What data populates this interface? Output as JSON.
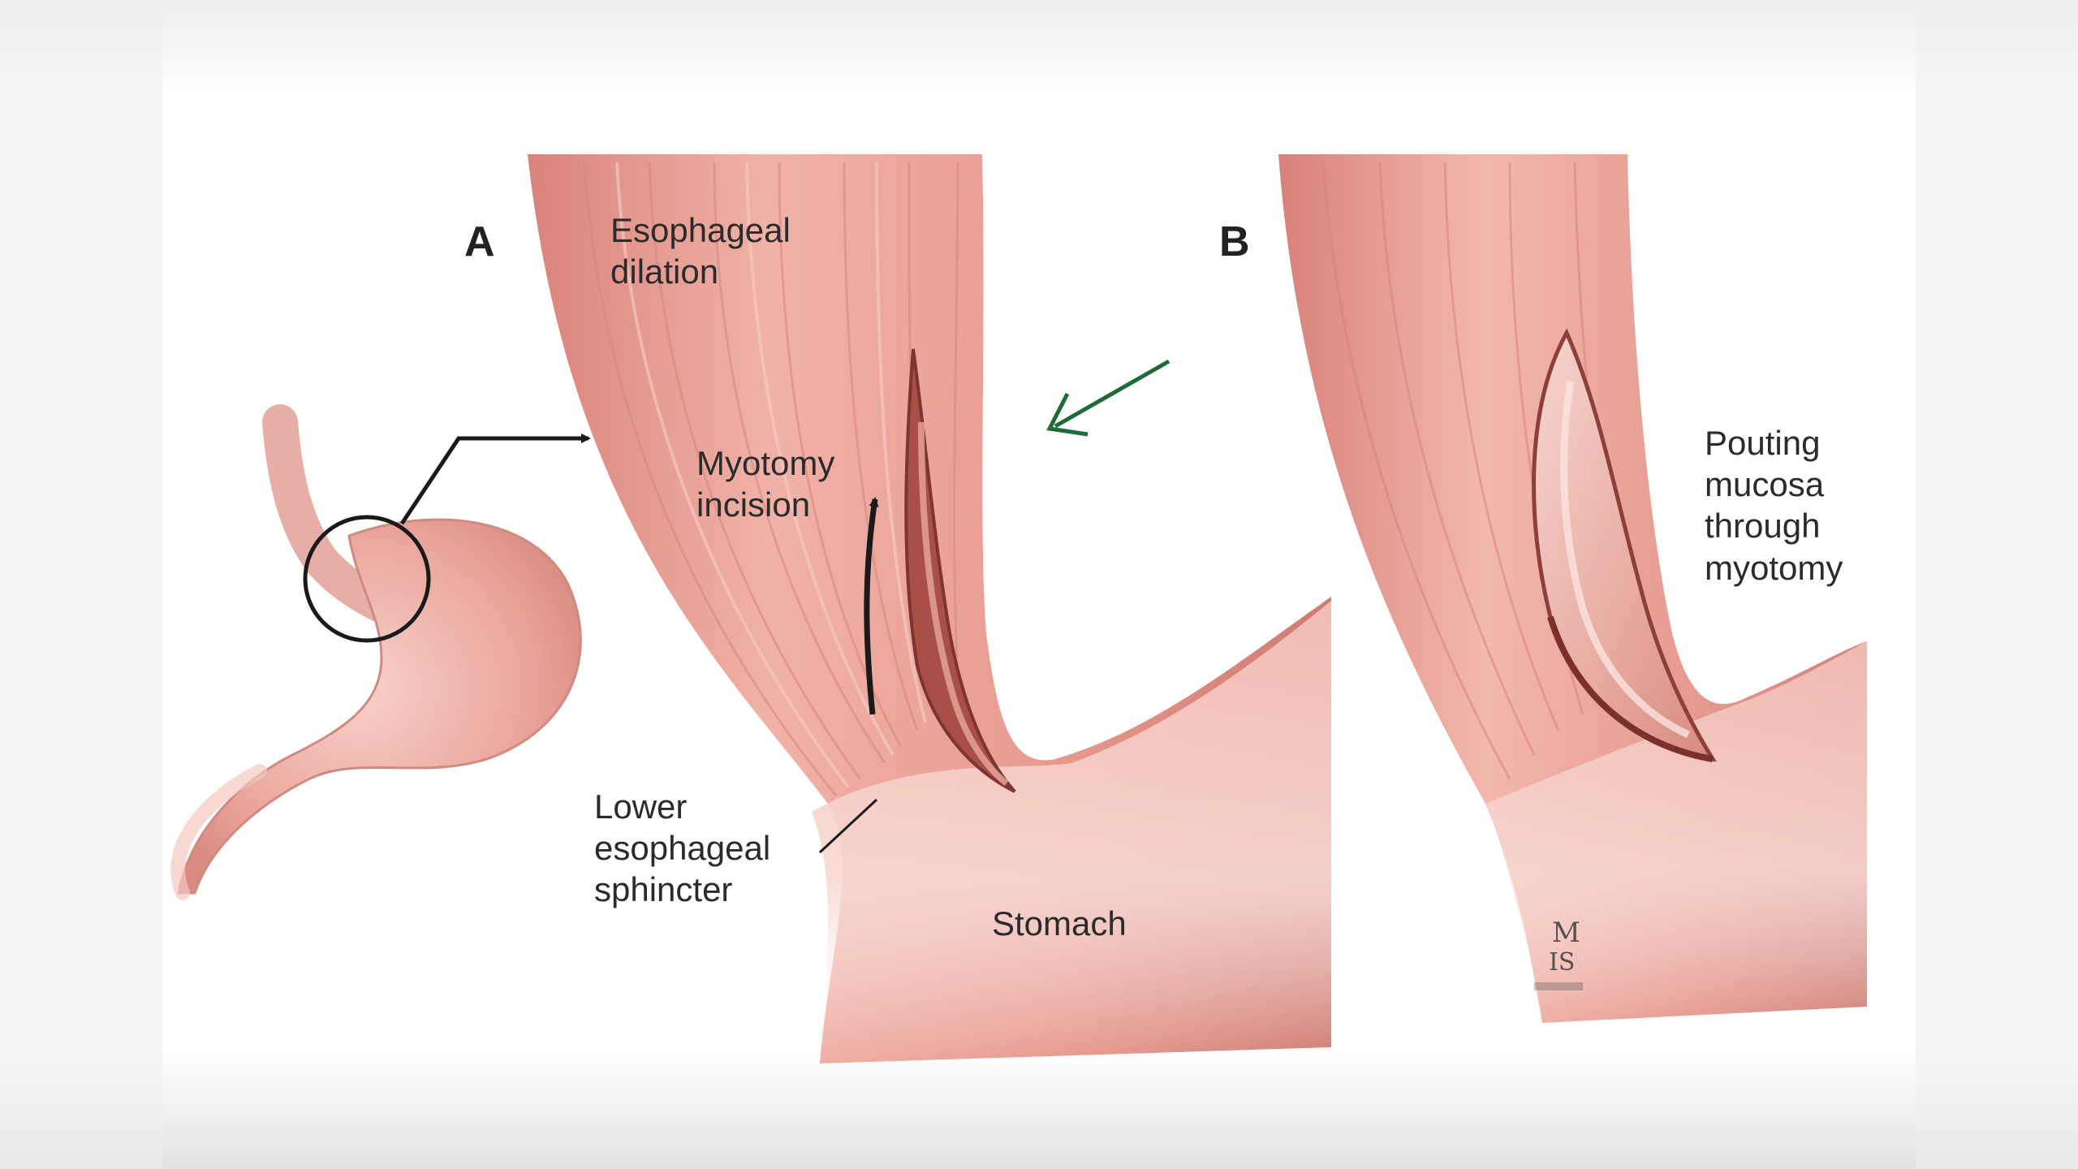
{
  "panel_a": {
    "letter": "A",
    "label_dilation": [
      "Esophageal",
      "dilation"
    ],
    "label_incision": [
      "Myotomy",
      "incision"
    ],
    "label_les": [
      "Lower",
      "esophageal",
      "sphincter"
    ],
    "label_stomach": "Stomach"
  },
  "panel_b": {
    "letter": "B",
    "label_mucosa": [
      "Pouting",
      "mucosa",
      "through",
      "myotomy"
    ]
  },
  "colors": {
    "tissue": "#e89a8f",
    "tissue_dark": "#c96f66",
    "tissue_light": "#f6cfc6",
    "annotation_arrow": "#1e6b3a",
    "ink": "#1a1a1a"
  },
  "icons": {
    "annotation": "green-arrow-icon",
    "artist_mark": "artist-monogram-icon"
  }
}
